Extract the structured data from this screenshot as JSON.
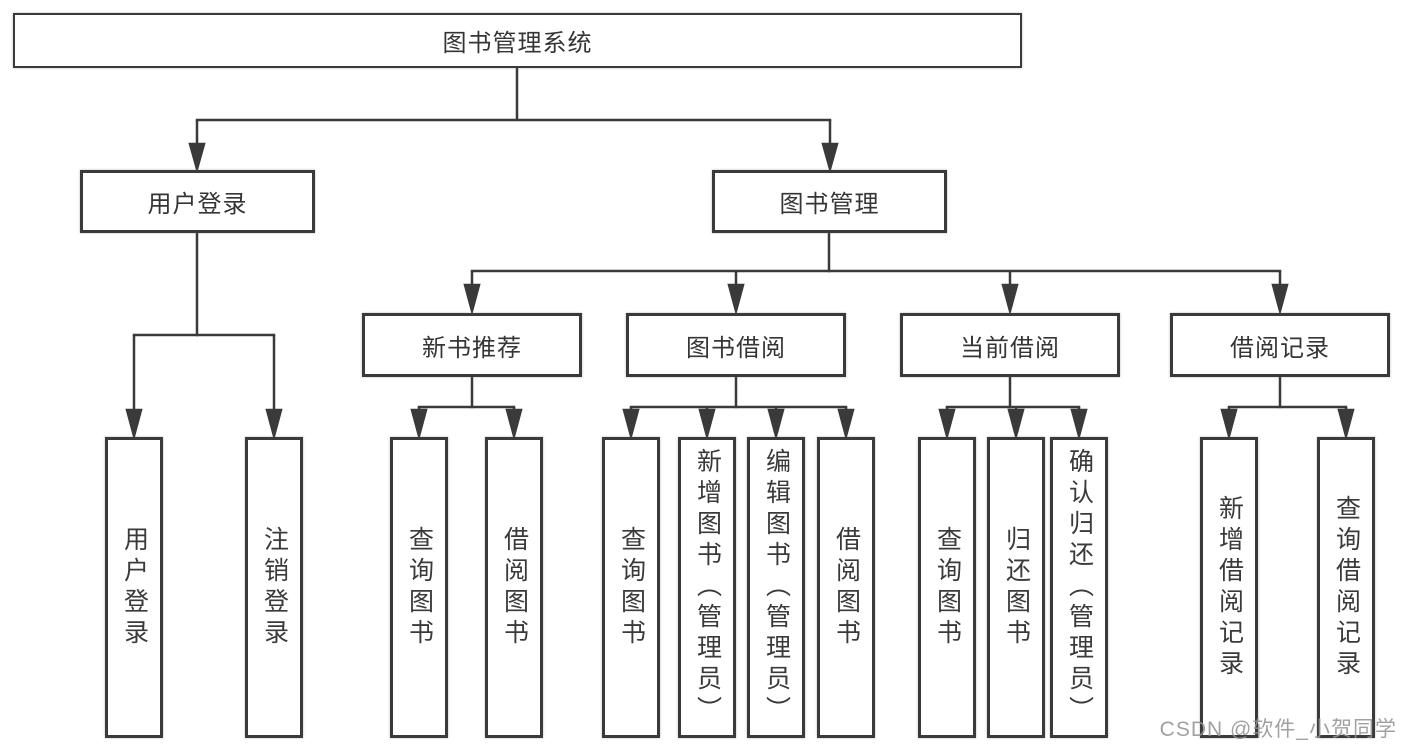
{
  "diagram": {
    "root": "图书管理系统",
    "level2": [
      "用户登录",
      "图书管理"
    ],
    "level3": [
      "新书推荐",
      "图书借阅",
      "当前借阅",
      "借阅记录"
    ],
    "leaves": {
      "user_login": [
        "用户登录",
        "注销登录"
      ],
      "new_books": [
        "查询图书",
        "借阅图书"
      ],
      "book_borrow": [
        "查询图书",
        "新增图书（管理员）",
        "编辑图书（管理员）",
        "借阅图书"
      ],
      "current_borrow": [
        "查询图书",
        "归还图书",
        "确认归还（管理员）"
      ],
      "borrow_records": [
        "新增借阅记录",
        "查询借阅记录"
      ]
    }
  },
  "watermark": "CSDN @软件_小贺同学",
  "colors": {
    "line": "#3a3a3a",
    "box_border": "#3a3a3a",
    "text": "#353535",
    "watermark": "#949494"
  }
}
